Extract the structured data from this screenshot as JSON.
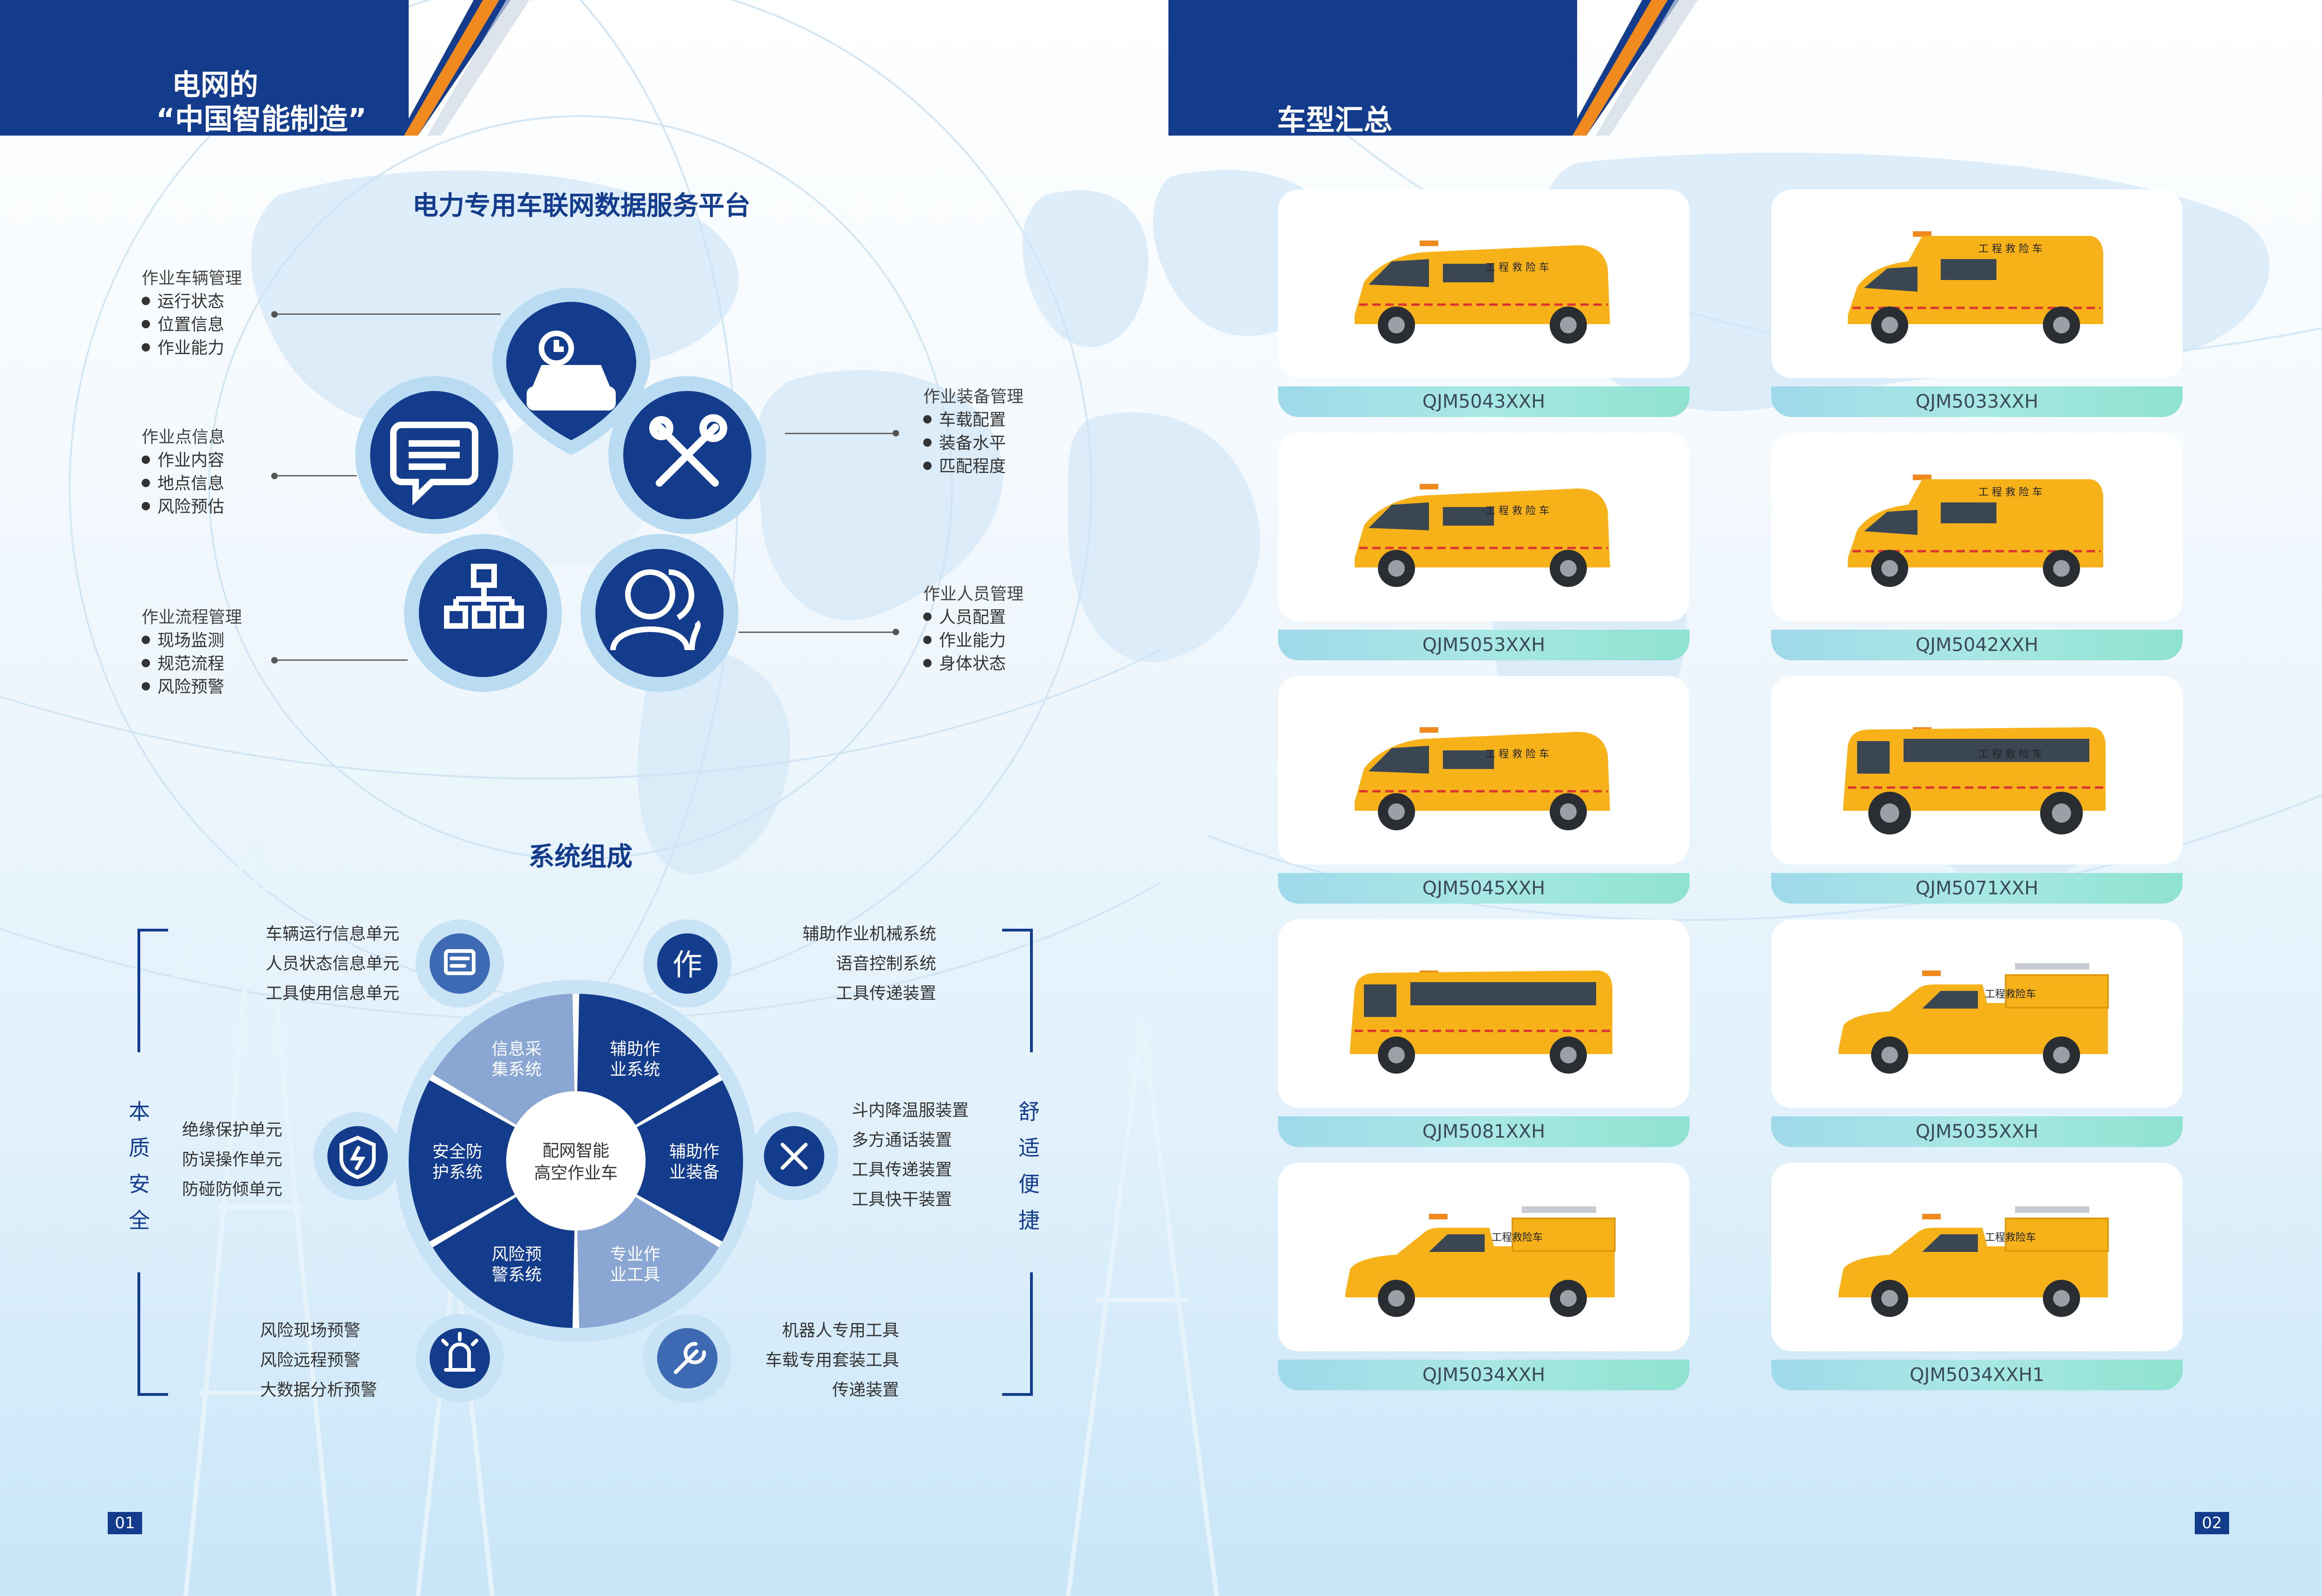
{
  "header_left": {
    "line1": "电网的",
    "line2": "“中国智能制造”"
  },
  "header_right": {
    "title": "车型汇总"
  },
  "platform": {
    "title": "电力专用车联网数据服务平台",
    "groups": [
      {
        "heading": "作业车辆管理",
        "items": [
          "运行状态",
          "位置信息",
          "作业能力"
        ]
      },
      {
        "heading": "作业点信息",
        "items": [
          "作业内容",
          "地点信息",
          "风险预估"
        ]
      },
      {
        "heading": "作业流程管理",
        "items": [
          "现场监测",
          "规范流程",
          "风险预警"
        ]
      },
      {
        "heading": "作业装备管理",
        "items": [
          "车载配置",
          "装备水平",
          "匹配程度"
        ]
      },
      {
        "heading": "作业人员管理",
        "items": [
          "人员配置",
          "作业能力",
          "身体状态"
        ]
      }
    ]
  },
  "system": {
    "title": "系统组成",
    "center": [
      "配网智能",
      "高空作业车"
    ],
    "segments": [
      [
        "信息采",
        "集系统"
      ],
      [
        "辅助作",
        "业系统"
      ],
      [
        "辅助作",
        "业装备"
      ],
      [
        "专业作",
        "业工具"
      ],
      [
        "风险预",
        "警系统"
      ],
      [
        "安全防",
        "护系统"
      ]
    ],
    "icon_char": "作",
    "left_vertical": [
      "本",
      "质",
      "安",
      "全"
    ],
    "right_vertical": [
      "舒",
      "适",
      "便",
      "捷"
    ],
    "labels_top_left": [
      "车辆运行信息单元",
      "人员状态信息单元",
      "工具使用信息单元"
    ],
    "labels_top_right": [
      "辅助作业机械系统",
      "语音控制系统",
      "工具传递装置"
    ],
    "labels_mid_left": [
      "绝缘保护单元",
      "防误操作单元",
      "防碰防倾单元"
    ],
    "labels_mid_right": [
      "斗内降温服装置",
      "多方通话装置",
      "工具传递装置",
      "工具快干装置"
    ],
    "labels_bot_left": [
      "风险现场预警",
      "风险远程预警",
      "大数据分析预警"
    ],
    "labels_bot_right": [
      "机器人专用工具",
      "车载专用套装工具",
      "传递装置"
    ]
  },
  "vehicles": [
    {
      "model": "QJM5043XXH",
      "type": "van",
      "label": "工 程 救 险 车"
    },
    {
      "model": "QJM5033XXH",
      "type": "van-high",
      "label": "工 程 救 险 车"
    },
    {
      "model": "QJM5053XXH",
      "type": "van",
      "label": "工 程 救 险 车"
    },
    {
      "model": "QJM5042XXH",
      "type": "van-high",
      "label": "工 程 救 险 车"
    },
    {
      "model": "QJM5045XXH",
      "type": "van",
      "label": "工 程 救 险 车"
    },
    {
      "model": "QJM5071XXH",
      "type": "bus-4x4",
      "label": "工 程 救 险 车"
    },
    {
      "model": "QJM5081XXH",
      "type": "bus",
      "label": ""
    },
    {
      "model": "QJM5035XXH",
      "type": "pickup",
      "label": "工程救险车"
    },
    {
      "model": "QJM5034XXH",
      "type": "pickup",
      "label": "工程救险车"
    },
    {
      "model": "QJM5034XXH1",
      "type": "pickup",
      "label": "工程救险车"
    }
  ],
  "pages": {
    "left": "01",
    "right": "02"
  },
  "colors": {
    "navy": "#143c8c",
    "orange": "#f08a1e",
    "vehicle_yellow": "#f7b21a",
    "ring_light": "#b9dcf3"
  }
}
